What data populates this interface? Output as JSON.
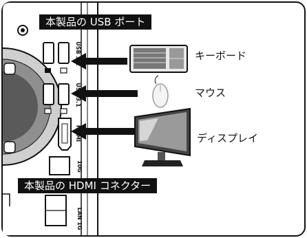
{
  "callouts": {
    "usb_port": "本製品の USB ポート",
    "hdmi_connector": "本製品の HDMI コネクター"
  },
  "devices": {
    "keyboard": "キーボード",
    "mouse": "マウス",
    "display": "ディスプレイ"
  },
  "port_labels": {
    "usb_upper": "USB 3.1",
    "usb_lower": "USB 3.1",
    "hdmi": "HDMI",
    "lan_10g": "10G",
    "lan_1g": "LAN 1G"
  },
  "colors": {
    "frame": "#111111",
    "panel_bg": "#ffffff",
    "tag_bg": "#111111",
    "tag_text": "#ffffff",
    "arrow": "#111111"
  }
}
